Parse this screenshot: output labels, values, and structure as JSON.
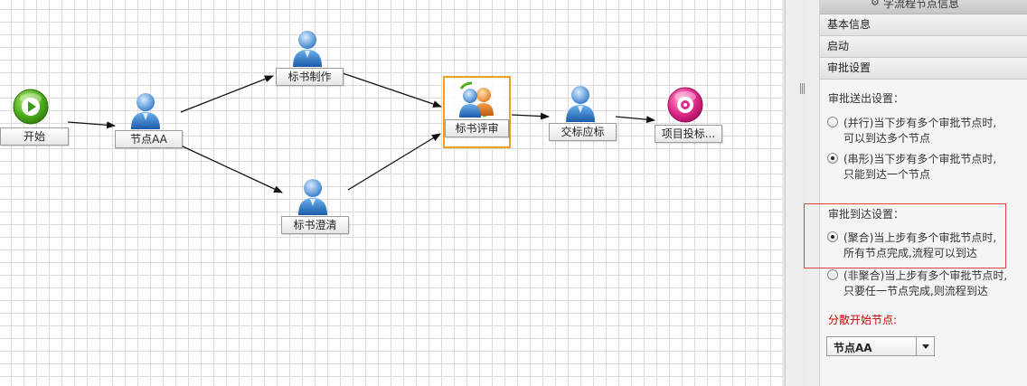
{
  "panel": {
    "header_title": "字流程节点信息",
    "sections": {
      "basic_info": "基本信息",
      "start": "启动",
      "approval_settings": "审批设置"
    },
    "send_settings": {
      "label": "审批送出设置：",
      "options": [
        {
          "line1": "(并行)当下步有多个审批节点时,",
          "line2": "可以到达多个节点",
          "selected": false
        },
        {
          "line1": "(串形)当下步有多个审批节点时,",
          "line2": "只能到达一个节点",
          "selected": true
        }
      ]
    },
    "arrive_settings": {
      "label": "审批到达设置：",
      "options": [
        {
          "line1": "(聚合)当上步有多个审批节点时,",
          "line2": "所有节点完成,流程可以到达",
          "selected": true
        },
        {
          "line1": "(非聚合)当上步有多个审批节点时,",
          "line2": "只要任一节点完成,则流程到达",
          "selected": false
        }
      ]
    },
    "scatter_start_label": "分散开始节点:",
    "scatter_start_value": "节点AA",
    "highlight_color": "#e04040"
  },
  "workflow": {
    "nodes": [
      {
        "id": "start",
        "label": "开始",
        "icon": "play-icon"
      },
      {
        "id": "nodeAA",
        "label": "节点AA",
        "icon": "user-icon"
      },
      {
        "id": "make",
        "label": "标书制作",
        "icon": "user-icon"
      },
      {
        "id": "clarify",
        "label": "标书澄清",
        "icon": "user-icon"
      },
      {
        "id": "review",
        "label": "标书评审",
        "icon": "group-user-icon",
        "selected": true
      },
      {
        "id": "submit",
        "label": "交标应标",
        "icon": "user-icon"
      },
      {
        "id": "end",
        "label": "项目投标...",
        "icon": "end-icon"
      }
    ],
    "selection_color": "#f0a020"
  }
}
